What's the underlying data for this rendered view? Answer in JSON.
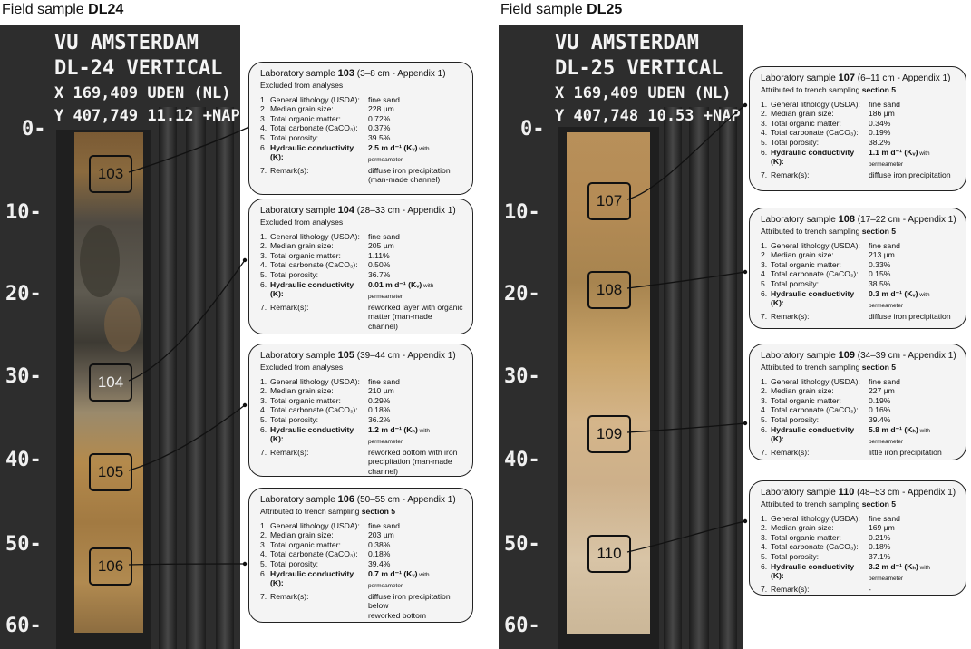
{
  "panels": [
    {
      "title_prefix": "Field sample ",
      "title_code": "DL24",
      "label_lines": [
        "VU AMSTERDAM",
        "DL-24 VERTICAL",
        "X 169,409 UDEN (NL)",
        "Y 407,749 11.12 +NAP"
      ],
      "depth_ticks": [
        "0-",
        "10-",
        "20-",
        "30-",
        "40-",
        "50-",
        "60-"
      ],
      "sample_boxes": [
        "103",
        "104",
        "105",
        "106"
      ],
      "cards": [
        {
          "title_pre": "Laboratory sample ",
          "id": "103",
          "title_post": " (3–8 cm - Appendix 1)",
          "sub_pre": "Excluded from analyses",
          "sub_bold": "",
          "props": [
            {
              "n": "1.",
              "label": "General lithology (USDA):",
              "value": "fine sand",
              "value2": ""
            },
            {
              "n": "2.",
              "label": "Median grain size:",
              "value": "228 µm",
              "value2": ""
            },
            {
              "n": "3.",
              "label": "Total organic matter:",
              "value": "0.72%",
              "value2": ""
            },
            {
              "n": "4.",
              "label": "Total carbonate (CaCO₃):",
              "value": "0.37%",
              "value2": ""
            },
            {
              "n": "5.",
              "label": "Total porosity:",
              "value": "39.5%",
              "value2": ""
            }
          ],
          "k_n": "6.",
          "k_label": "Hydraulic conductivity (K):",
          "k_value": "2.5 m d⁻¹ (Kᵥ)",
          "k_note": " with permeameter",
          "remark_n": "7.",
          "remark_label": "Remark(s):",
          "remark": [
            "diffuse iron precipitation",
            "(man-made channel)"
          ]
        },
        {
          "title_pre": "Laboratory sample ",
          "id": "104",
          "title_post": " (28–33 cm - Appendix 1)",
          "sub_pre": "Excluded from analyses",
          "sub_bold": "",
          "props": [
            {
              "n": "1.",
              "label": "General lithology (USDA):",
              "value": "fine sand"
            },
            {
              "n": "2.",
              "label": "Median grain size:",
              "value": "205 µm"
            },
            {
              "n": "3.",
              "label": "Total organic matter:",
              "value": "1.11%"
            },
            {
              "n": "4.",
              "label": "Total carbonate (CaCO₃):",
              "value": "0.50%"
            },
            {
              "n": "5.",
              "label": "Total porosity:",
              "value": "36.7%"
            }
          ],
          "k_n": "6.",
          "k_label": "Hydraulic conductivity (K):",
          "k_value": "0.01 m d⁻¹ (Kᵥ)",
          "k_note": " with permeameter",
          "remark_n": "7.",
          "remark_label": "Remark(s):",
          "remark": [
            "reworked layer with organic",
            "matter (man-made channel)"
          ]
        },
        {
          "title_pre": "Laboratory sample ",
          "id": "105",
          "title_post": " (39–44 cm - Appendix 1)",
          "sub_pre": "Excluded from analyses",
          "sub_bold": "",
          "props": [
            {
              "n": "1.",
              "label": "General lithology (USDA):",
              "value": "fine sand"
            },
            {
              "n": "2.",
              "label": "Median grain size:",
              "value": "210 µm"
            },
            {
              "n": "3.",
              "label": "Total organic matter:",
              "value": "0.29%"
            },
            {
              "n": "4.",
              "label": "Total carbonate (CaCO₃):",
              "value": "0.18%"
            },
            {
              "n": "5.",
              "label": "Total porosity:",
              "value": "36.2%"
            }
          ],
          "k_n": "6.",
          "k_label": "Hydraulic conductivity (K):",
          "k_value": "1.2 m d⁻¹ (Kₕ)",
          "k_note": " with permeameter",
          "remark_n": "7.",
          "remark_label": "Remark(s):",
          "remark": [
            "reworked bottom with iron",
            "precipitation (man-made",
            "channel)"
          ]
        },
        {
          "title_pre": "Laboratory sample ",
          "id": "106",
          "title_post": " (50–55 cm - Appendix 1)",
          "sub_pre": "Attributed to trench sampling ",
          "sub_bold": "section 5",
          "props": [
            {
              "n": "1.",
              "label": "General lithology (USDA):",
              "value": "fine sand"
            },
            {
              "n": "2.",
              "label": "Median grain size:",
              "value": "203 µm"
            },
            {
              "n": "3.",
              "label": "Total organic matter:",
              "value": "0.38%"
            },
            {
              "n": "4.",
              "label": "Total carbonate (CaCO₃):",
              "value": "0.18%"
            },
            {
              "n": "5.",
              "label": "Total porosity:",
              "value": "39.4%"
            }
          ],
          "k_n": "6.",
          "k_label": "Hydraulic conductivity (K):",
          "k_value": "0.7 m d⁻¹ (Kᵥ)",
          "k_note": " with permeameter",
          "remark_n": "7.",
          "remark_label": "Remark(s):",
          "remark": [
            "diffuse iron precipitation below",
            "reworked bottom"
          ]
        }
      ]
    },
    {
      "title_prefix": "Field sample ",
      "title_code": "DL25",
      "label_lines": [
        "VU AMSTERDAM",
        "DL-25 VERTICAL",
        "X 169,409 UDEN (NL)",
        "Y 407,748 10.53 +NAP"
      ],
      "depth_ticks": [
        "0-",
        "10-",
        "20-",
        "30-",
        "40-",
        "50-",
        "60-"
      ],
      "sample_boxes": [
        "107",
        "108",
        "109",
        "110"
      ],
      "cards": [
        {
          "title_pre": "Laboratory sample ",
          "id": "107",
          "title_post": " (6–11 cm - Appendix 1)",
          "sub_pre": "Attributed to trench sampling ",
          "sub_bold": "section 5",
          "props": [
            {
              "n": "1.",
              "label": "General lithology (USDA):",
              "value": "fine sand"
            },
            {
              "n": "2.",
              "label": "Median grain size:",
              "value": "186 µm"
            },
            {
              "n": "3.",
              "label": "Total organic matter:",
              "value": "0.34%"
            },
            {
              "n": "4.",
              "label": "Total carbonate (CaCO₃):",
              "value": "0.19%"
            },
            {
              "n": "5.",
              "label": "Total porosity:",
              "value": "38.2%"
            }
          ],
          "k_n": "6.",
          "k_label": "Hydraulic conductivity (K):",
          "k_value": "1.1 m d⁻¹ (Kᵥ)",
          "k_note": " with permeameter",
          "remark_n": "7.",
          "remark_label": "Remark(s):",
          "remark": [
            "diffuse iron precipitation"
          ]
        },
        {
          "title_pre": "Laboratory sample ",
          "id": "108",
          "title_post": " (17–22 cm - Appendix 1)",
          "sub_pre": "Attributed to trench sampling ",
          "sub_bold": "section 5",
          "props": [
            {
              "n": "1.",
              "label": "General lithology (USDA):",
              "value": "fine sand"
            },
            {
              "n": "2.",
              "label": "Median grain size:",
              "value": "213 µm"
            },
            {
              "n": "3.",
              "label": "Total organic matter:",
              "value": "0.33%"
            },
            {
              "n": "4.",
              "label": "Total carbonate (CaCO₃):",
              "value": "0.15%"
            },
            {
              "n": "5.",
              "label": "Total porosity:",
              "value": "38.5%"
            }
          ],
          "k_n": "6.",
          "k_label": "Hydraulic conductivity (K):",
          "k_value": "0.3 m d⁻¹ (Kᵥ)",
          "k_note": " with permeameter",
          "remark_n": "7.",
          "remark_label": "Remark(s):",
          "remark": [
            "diffuse iron precipitation"
          ]
        },
        {
          "title_pre": "Laboratory sample ",
          "id": "109",
          "title_post": " (34–39 cm - Appendix 1)",
          "sub_pre": "Attributed to trench sampling ",
          "sub_bold": "section 5",
          "props": [
            {
              "n": "1.",
              "label": "General lithology (USDA):",
              "value": "fine sand"
            },
            {
              "n": "2.",
              "label": "Median grain size:",
              "value": "227 µm"
            },
            {
              "n": "3.",
              "label": "Total organic matter:",
              "value": "0.19%"
            },
            {
              "n": "4.",
              "label": "Total carbonate (CaCO₃):",
              "value": "0.16%"
            },
            {
              "n": "5.",
              "label": "Total porosity:",
              "value": "39.4%"
            }
          ],
          "k_n": "6.",
          "k_label": "Hydraulic conductivity (K):",
          "k_value": "5.8 m d⁻¹ (Kₕ)",
          "k_note": " with permeameter",
          "remark_n": "7.",
          "remark_label": "Remark(s):",
          "remark": [
            "little iron precipitation"
          ]
        },
        {
          "title_pre": "Laboratory sample ",
          "id": "110",
          "title_post": " (48–53 cm - Appendix 1)",
          "sub_pre": "Attributed to trench sampling ",
          "sub_bold": "section 5",
          "props": [
            {
              "n": "1.",
              "label": "General lithology (USDA):",
              "value": "fine sand"
            },
            {
              "n": "2.",
              "label": "Median grain size:",
              "value": "169 µm"
            },
            {
              "n": "3.",
              "label": "Total organic matter:",
              "value": "0.21%"
            },
            {
              "n": "4.",
              "label": "Total carbonate (CaCO₃):",
              "value": "0.18%"
            },
            {
              "n": "5.",
              "label": "Total porosity:",
              "value": "37.1%"
            }
          ],
          "k_n": "6.",
          "k_label": "Hydraulic conductivity (K):",
          "k_value": "3.2 m d⁻¹ (Kₕ)",
          "k_note": " with permeameter",
          "remark_n": "7.",
          "remark_label": "Remark(s):",
          "remark": [
            "-"
          ]
        }
      ]
    }
  ]
}
